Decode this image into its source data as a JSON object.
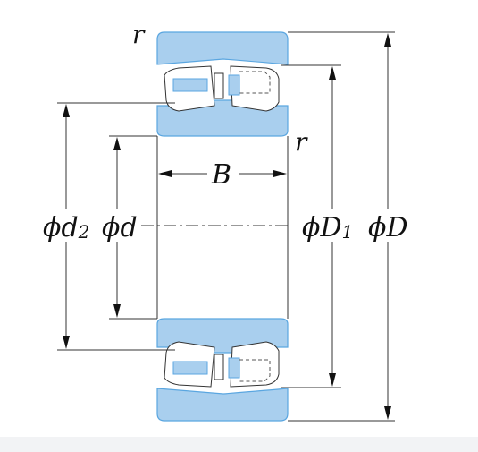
{
  "diagram": {
    "labels": {
      "r_top": "r",
      "r_side": "r",
      "B": "B",
      "phi": "ϕ",
      "d2_base": "d",
      "d2_sub": "2",
      "d": "d",
      "D1_base": "D",
      "D1_sub": "1",
      "D": "D"
    },
    "colors": {
      "ring_fill": "#a9cfee",
      "ring_edge": "#5aa6e0",
      "roller_fill": "#ffffff",
      "line": "#111111",
      "dash": "#555555",
      "background": "#ffffff"
    }
  }
}
